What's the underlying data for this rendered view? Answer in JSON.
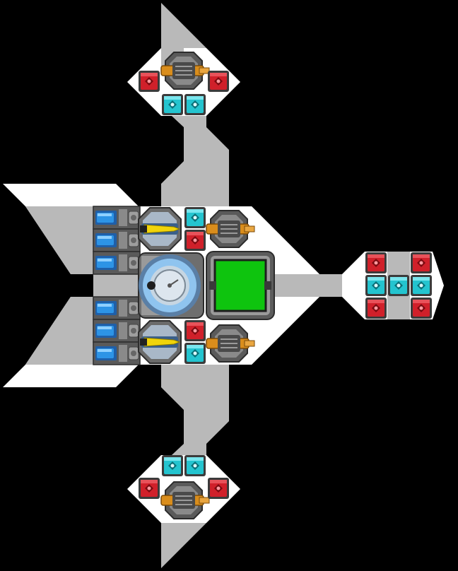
{
  "colors": {
    "background": "#000000",
    "hull_light": "#ffffff",
    "hull_gray": "#b9b9b9",
    "red_block": "#d0202a",
    "cyan_block": "#24c4cf",
    "core_green": "#0ec40e",
    "thruster_blue": "#2d94e6",
    "gun_orange": "#d98d1c",
    "metal_dark": "#555555",
    "metal_mid": "#8a8a8a"
  },
  "parts": {
    "top_pod": {
      "turret": "turret-icon",
      "shields": [
        "red",
        "red"
      ],
      "batteries": [
        "cyan",
        "cyan"
      ]
    },
    "bottom_pod": {
      "turret": "turret-icon",
      "shields": [
        "red",
        "red"
      ],
      "batteries": [
        "cyan",
        "cyan"
      ]
    },
    "nose_pod": {
      "shields": [
        "red",
        "red",
        "red",
        "red"
      ],
      "batteries": [
        "cyan",
        "cyan",
        "cyan"
      ]
    },
    "core": {
      "icon": "cockpit-icon"
    },
    "cargo": {
      "icon": "cargo-hold-icon"
    },
    "engines": {
      "count": 6,
      "icon": "thruster-icon"
    }
  }
}
